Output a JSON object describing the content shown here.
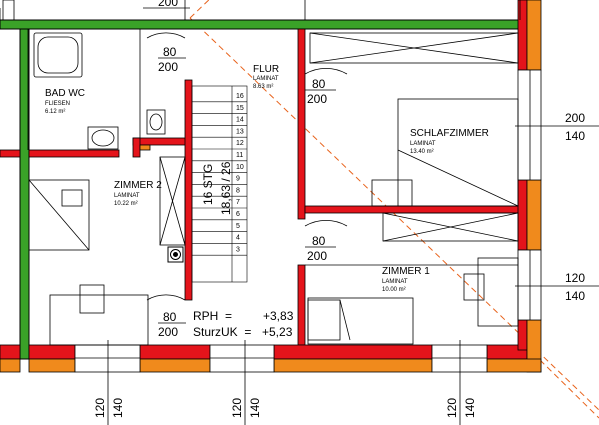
{
  "colors": {
    "green": "#3aa228",
    "red": "#e4141b",
    "orange": "#f08a1c",
    "line": "#000000",
    "dash": "#e8631c"
  },
  "rooms": {
    "bad": {
      "name": "BAD WC",
      "floor": "FLIESEN",
      "area": "6.12 m²"
    },
    "zimmer2": {
      "name": "ZIMMER 2",
      "floor": "LAMINAT",
      "area": "10.22 m²"
    },
    "flur": {
      "name": "FLUR",
      "floor": "LAMINAT",
      "area": "8.63 m²"
    },
    "schlaf": {
      "name": "SCHLAFZIMMER",
      "floor": "LAMINAT",
      "area": "13.40 m²"
    },
    "zimmer1": {
      "name": "ZIMMER 1",
      "floor": "LAMINAT",
      "area": "10.00 m²"
    }
  },
  "doors": {
    "top": "200",
    "d1": {
      "w": "80",
      "h": "200"
    },
    "d2": {
      "w": "80",
      "h": "200"
    },
    "d3": {
      "w": "80",
      "h": "200"
    },
    "d4": {
      "w": "80",
      "h": "200"
    }
  },
  "stairs": {
    "label": "16 STG",
    "dims": "18,63 / 26",
    "steps": [
      "16",
      "15",
      "14",
      "13",
      "12",
      "11",
      "10",
      "9",
      "8",
      "7",
      "6",
      "5",
      "4",
      "3"
    ]
  },
  "notes": {
    "rph": "RPH  =",
    "rph_val": "+3,83",
    "sturz": "SturzUK  =",
    "sturz_val": "+5,23"
  },
  "windows_right": [
    {
      "w": "200",
      "h": "140"
    },
    {
      "w": "120",
      "h": "140"
    }
  ],
  "windows_bottom": [
    {
      "w": "120",
      "h": "140"
    },
    {
      "w": "120",
      "h": "140"
    },
    {
      "w": "120",
      "h": "140"
    }
  ]
}
